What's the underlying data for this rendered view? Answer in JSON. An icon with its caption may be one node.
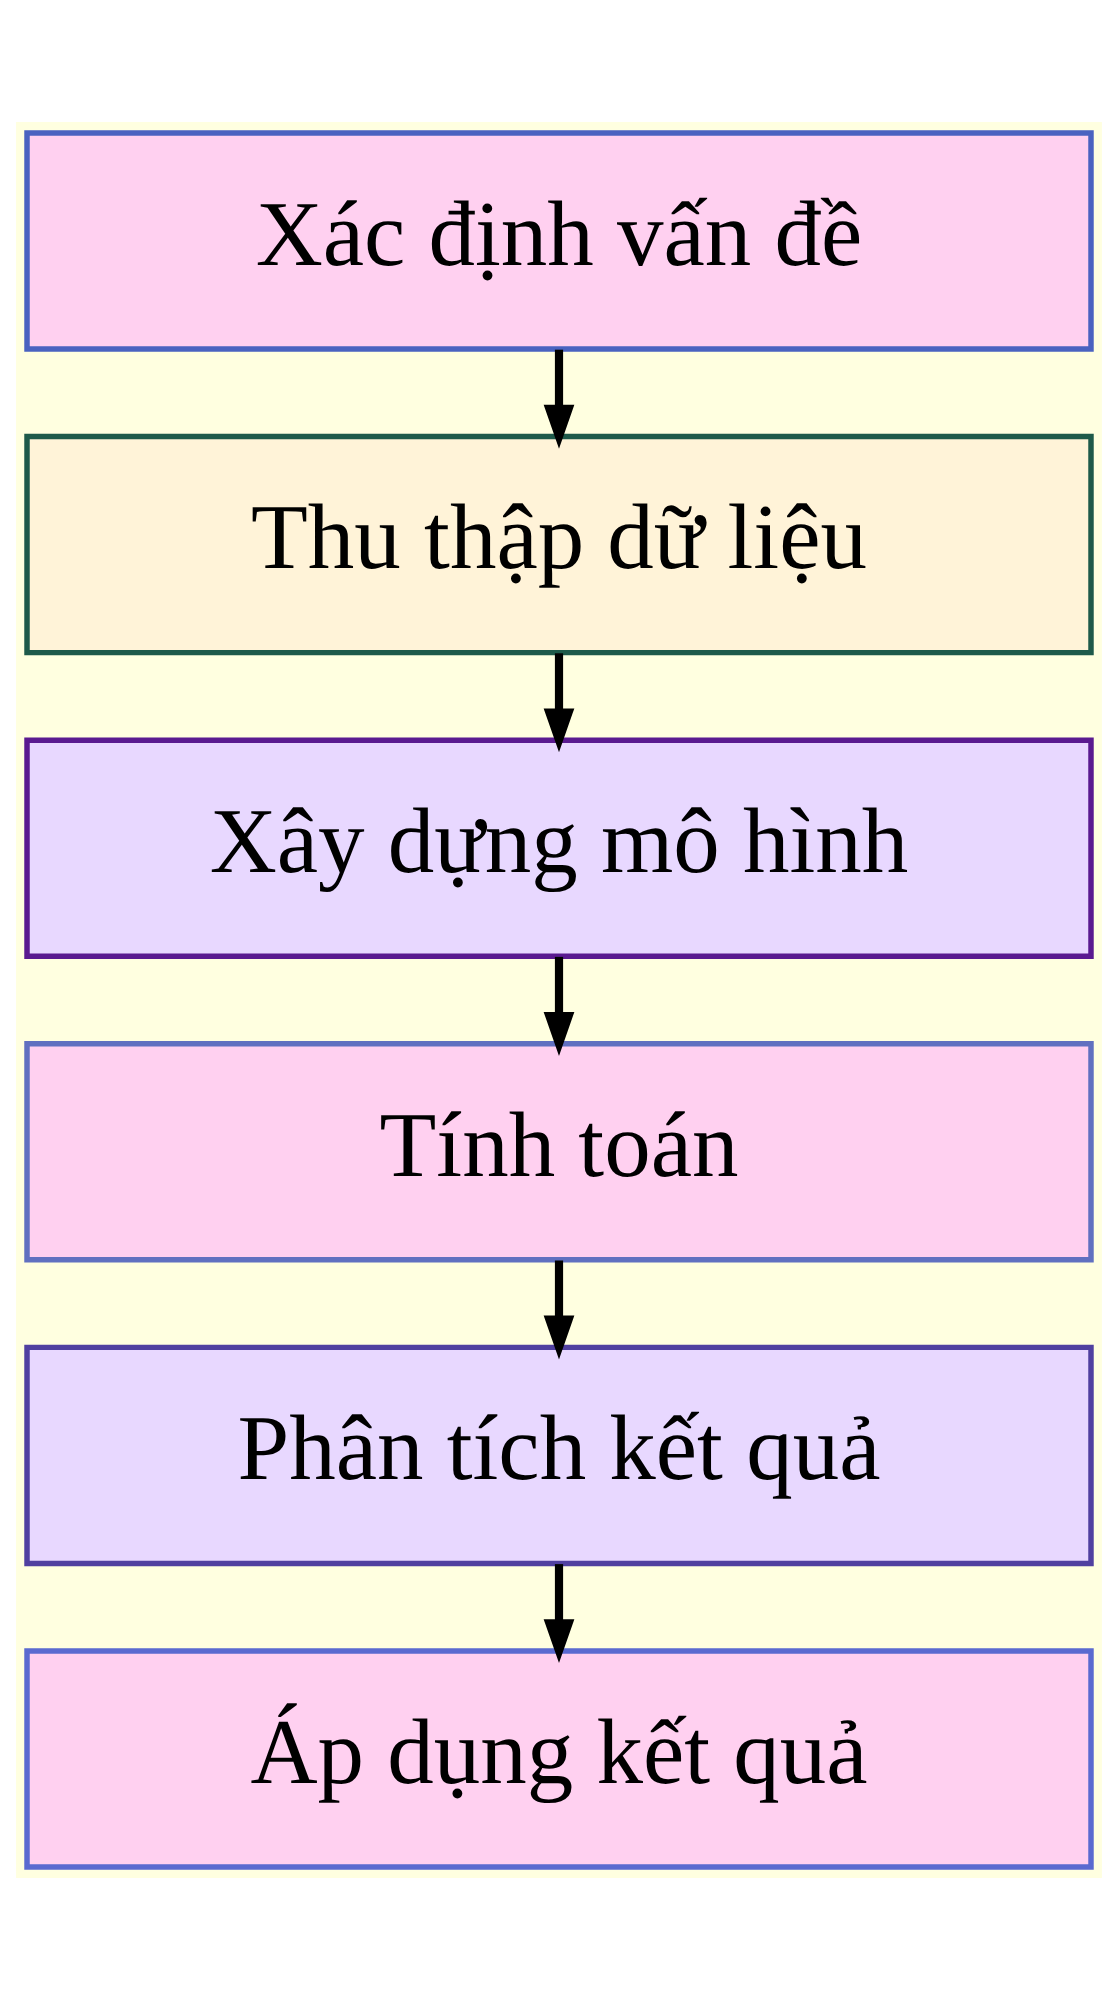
{
  "diagram": {
    "nodes": [
      {
        "text": [
          "Xác định vấn đề"
        ]
      },
      {
        "text": [
          "Thu thập dữ liệu"
        ]
      },
      {
        "text": [
          "Xây dựng mô hình"
        ]
      },
      {
        "text": [
          "Tính toán"
        ]
      },
      {
        "text": [
          "Phân tích kết quả"
        ]
      },
      {
        "text": [
          "Áp dụng kết quả"
        ]
      }
    ],
    "edges": [
      {
        "from": 0,
        "to": 1,
        "arrow": "to"
      },
      {
        "from": 1,
        "to": 2,
        "arrow": "to"
      },
      {
        "from": 2,
        "to": 3,
        "arrow": "to"
      },
      {
        "from": 3,
        "to": 4,
        "arrow": "to"
      },
      {
        "from": 4,
        "to": 5,
        "arrow": "to"
      }
    ]
  }
}
